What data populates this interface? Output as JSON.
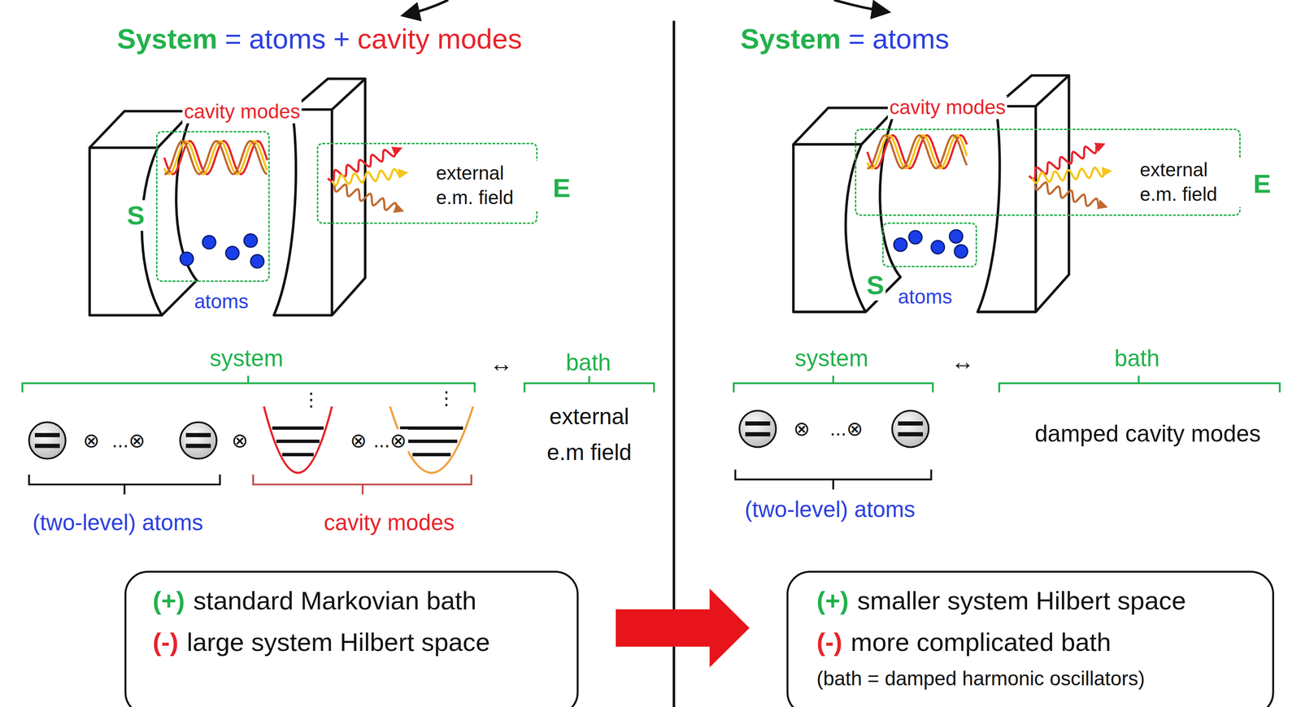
{
  "diagram": {
    "nodes": [
      {
        "text": [
          "cavity modes",
          "S",
          "atoms"
        ]
      },
      {
        "text": [
          "external e.m. field",
          "E"
        ]
      },
      {
        "text": [
          "(+)",
          "standard Markovian bath",
          "(-)",
          "large system Hilbert space"
        ]
      },
      {
        "text": [
          "cavity modes",
          "external e.m. field",
          "E"
        ]
      },
      {
        "text": [
          "S",
          "atoms"
        ]
      },
      {
        "text": [
          "(+)",
          "smaller system Hilbert space",
          "(-)",
          "more complicated bath",
          "(bath = damped harmonic oscillators)"
        ]
      }
    ],
    "edges": [
      {
        "from": 2,
        "to": 5,
        "arrow": "to"
      }
    ],
    "labels": [
      "System",
      "=",
      "atoms",
      "+",
      "cavity modes",
      "System",
      "=",
      "atoms",
      "system",
      "↔",
      "bath",
      "external e.m field",
      "⊗",
      "...⊗",
      "⊗",
      "⋮",
      "⊗",
      "...⊗",
      "⋮",
      "(two-level) atoms",
      "cavity modes",
      "system",
      "↔",
      "bath",
      "⊗",
      "...⊗",
      "damped cavity modes",
      "(two-level) atoms"
    ]
  }
}
